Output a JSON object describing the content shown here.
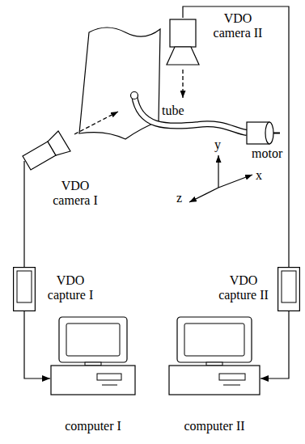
{
  "diagram": {
    "nodes": [
      {
        "text": [
          "VDO camera II"
        ]
      },
      {
        "text": [
          "VDO camera I"
        ]
      },
      {
        "text": [
          "VDO capture I"
        ]
      },
      {
        "text": [
          "VDO capture II"
        ]
      },
      {
        "text": [
          "computer I"
        ]
      },
      {
        "text": [
          "computer II"
        ]
      }
    ],
    "edges": [
      {
        "from": 0,
        "to": 3,
        "arrow": "none"
      },
      {
        "from": 3,
        "to": 5,
        "arrow": "to"
      },
      {
        "from": 1,
        "to": 2,
        "arrow": "none"
      },
      {
        "from": 2,
        "to": 4,
        "arrow": "to"
      }
    ],
    "labels": [
      "tube",
      "motor",
      "y",
      "x",
      "z"
    ]
  }
}
